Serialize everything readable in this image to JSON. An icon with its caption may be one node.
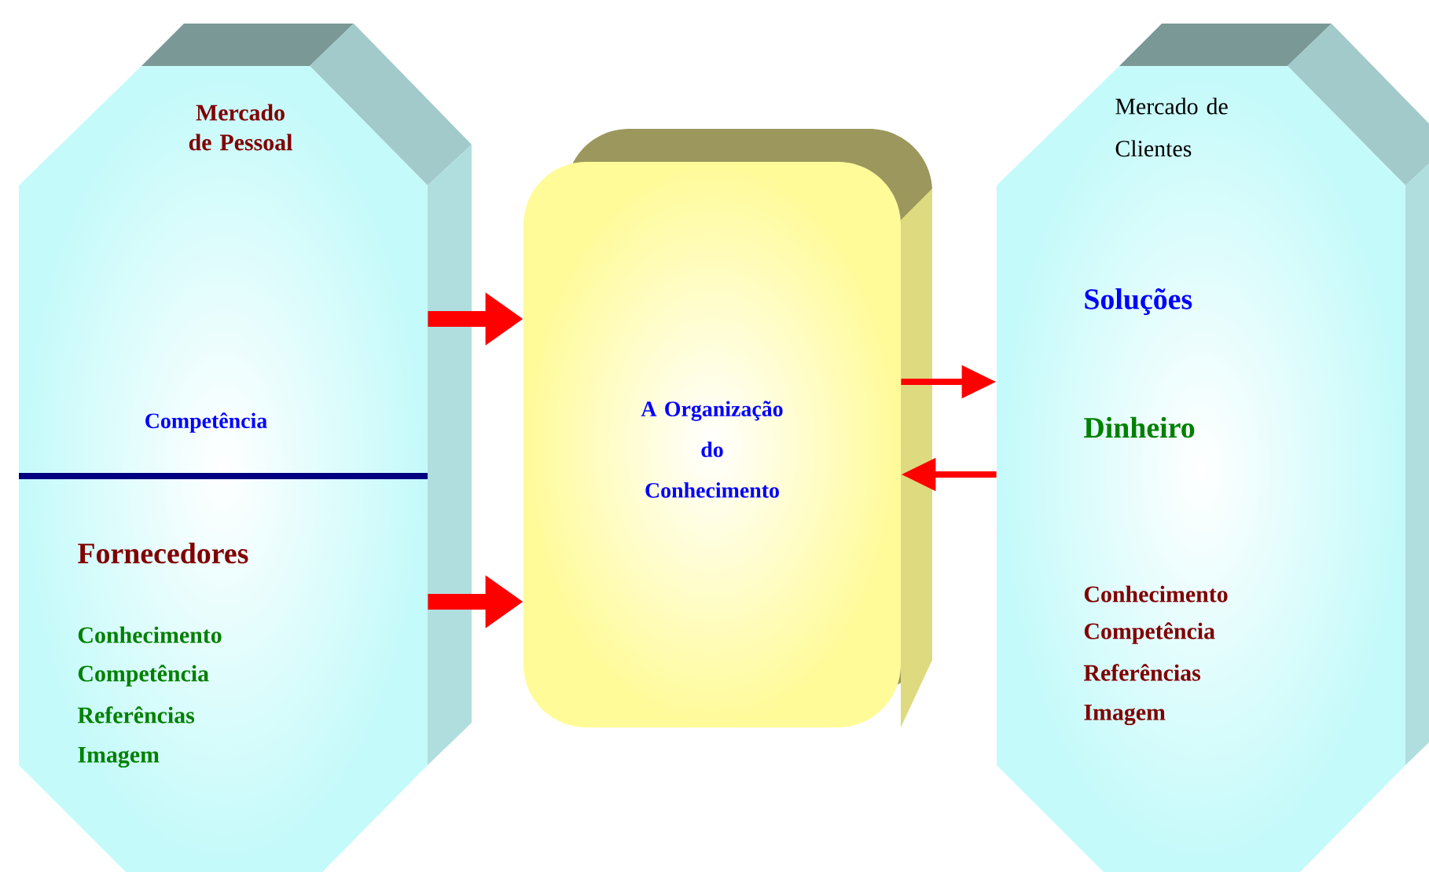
{
  "diagram": {
    "nodes": [
      {
        "text": [
          "Mercado de Pessoal",
          "Competência",
          "Fornecedores",
          "Conhecimento",
          "Competência",
          "Referências",
          "Imagem"
        ]
      },
      {
        "text": [
          "A Organização do Conhecimento"
        ]
      },
      {
        "text": [
          "Mercado de Clientes",
          "Soluções",
          "Dinheiro",
          "Conhecimento",
          "Competência",
          "Referências",
          "Imagem"
        ]
      }
    ],
    "edges": [
      {
        "from": 0,
        "to": 1,
        "arrow": "to",
        "style": "thick"
      },
      {
        "from": 0,
        "to": 1,
        "arrow": "to",
        "style": "thick"
      },
      {
        "from": 1,
        "to": 2,
        "arrow": "to"
      },
      {
        "from": 2,
        "to": 1,
        "arrow": "to"
      }
    ]
  }
}
